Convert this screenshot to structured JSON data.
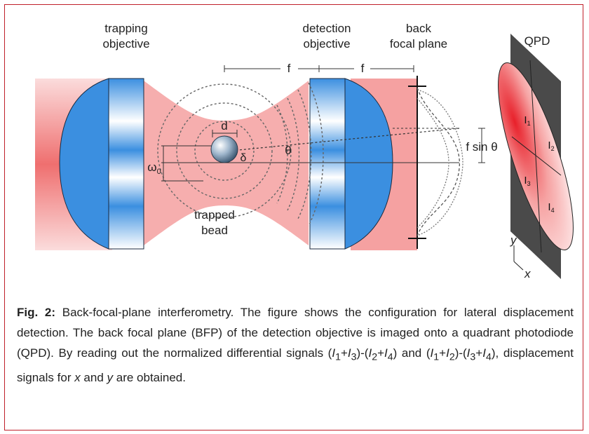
{
  "labels": {
    "trapping_line1": "trapping",
    "trapping_line2": "objective",
    "detection_line1": "detection",
    "detection_line2": "objective",
    "bfp_line1": "back",
    "bfp_line2": "focal plane",
    "qpd": "QPD",
    "f_left": "f",
    "f_right": "f",
    "d": "d",
    "omega": "ω",
    "omega_sub": "0",
    "delta": "δ",
    "theta": "θ",
    "fsin_theta": "f sin θ",
    "bead_line1": "trapped",
    "bead_line2": "bead",
    "I1": "I",
    "I1_sub": "1",
    "I2": "I",
    "I2_sub": "2",
    "I3": "I",
    "I3_sub": "3",
    "I4": "I",
    "I4_sub": "4",
    "axis_y": "y",
    "axis_x": "x"
  },
  "caption": {
    "fig_label": "Fig. 2:",
    "text_a": " Back-focal-plane interferometry. The figure shows the configuration for lateral displacement detection. The back focal plane (BFP) of the detection objective is imaged onto a quadrant photodiode (QPD). By reading out the normalized differential signals (",
    "sig1": "(I1+I3)-(I2+I4)",
    "text_b": "I",
    "text_c": " and ",
    "text_d": ", displacement signals for ",
    "x": "x",
    "and": " and ",
    "y": "y",
    "text_e": " are obtained."
  },
  "colors": {
    "frame": "#c0202a",
    "beam": "#f08a8a",
    "lens_blue": "#3b8fe0",
    "qpd_frame": "#4a4a4a",
    "qpd_spot": "#e8202a"
  }
}
